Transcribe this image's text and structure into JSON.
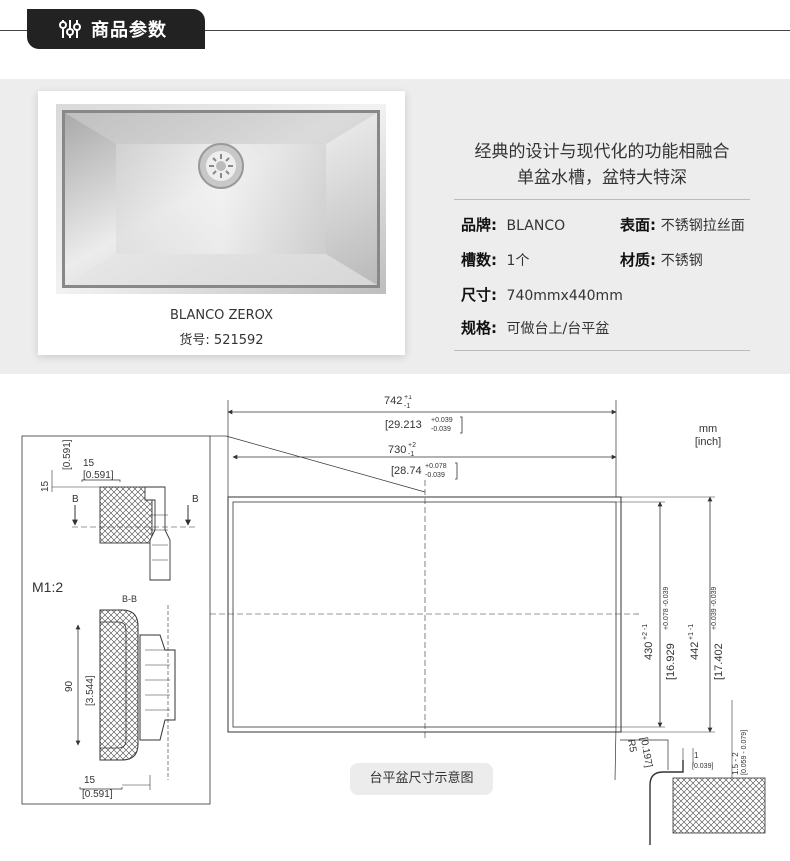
{
  "header": {
    "title": "商品参数",
    "icon": "settings-sliders-icon"
  },
  "product": {
    "image": "stainless-steel-sink-photo",
    "name": "BLANCO ZEROX",
    "sku": "货号: 521592"
  },
  "intro": {
    "line1": "经典的设计与现代化的功能相融合",
    "line2": "单盆水槽，盆特大特深"
  },
  "specs": [
    {
      "label": "品牌:",
      "value": "BLANCO"
    },
    {
      "label": "表面:",
      "value": "不锈钢拉丝面"
    },
    {
      "label": "槽数:",
      "value": "1个"
    },
    {
      "label": "材质:",
      "value": "不锈钢"
    },
    {
      "label": "尺寸:",
      "value": "740mmx440mm"
    },
    {
      "label": "规格:",
      "value": "可做台上/台平盆"
    }
  ],
  "drawing": {
    "unit_mm": "mm",
    "unit_inch": "[inch]",
    "width_outer": "742",
    "width_outer_tol_top": "+1",
    "width_outer_tol_bot": "-1",
    "width_outer_in": "[29.213",
    "width_outer_in_tol_top": "+0.039",
    "width_outer_in_tol_bot": "-0.039",
    "width_inner": "730",
    "width_inner_tol_top": "+2",
    "width_inner_tol_bot": "-1",
    "width_inner_in": "[28.74",
    "width_inner_in_tol_top": "+0.078",
    "width_inner_in_tol_bot": "-0.039",
    "height_inner": "430",
    "height_inner_tol": "+2 -1",
    "height_inner_in": "[16.929",
    "height_inner_in_tol": "+0.078 -0.039",
    "height_outer": "442",
    "height_outer_tol": "+1 -1",
    "height_outer_in": "[17.402",
    "height_outer_in_tol": "+0.039 -0.039",
    "radius": "R5",
    "radius_in": "[0.197]",
    "gap": "1",
    "gap_in": "[0.039]",
    "depth_range": "1.5 - 2",
    "depth_range_in": "[0.059 - 0.079]",
    "scale": "M1:2",
    "section": "B-B",
    "section_marker": "B",
    "flange_h": "15",
    "flange_h_in": "[0.591]",
    "flange_w": "15",
    "flange_w_in": "[0.591]",
    "bottom_w": "15",
    "bottom_w_in": "[0.591]",
    "side_h": "90",
    "side_h_in": "[3.544]",
    "caption": "台平盆尺寸示意图"
  }
}
